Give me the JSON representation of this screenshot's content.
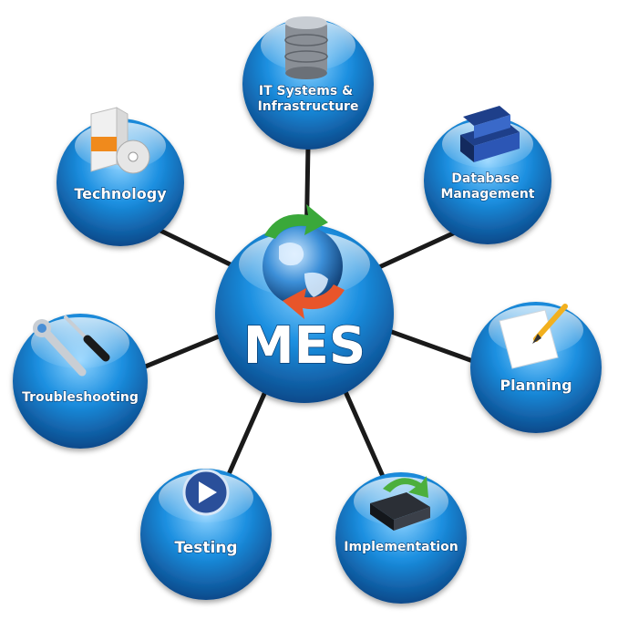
{
  "hub": {
    "label": "MES",
    "icon": "globe-arrows-icon"
  },
  "nodes": [
    {
      "id": "it-systems",
      "label_lines": [
        "IT Systems &",
        "Infrastructure"
      ],
      "icon": "database-server-icon"
    },
    {
      "id": "technology",
      "label_lines": [
        "Technology"
      ],
      "icon": "software-box-cd-icon"
    },
    {
      "id": "database-management",
      "label_lines": [
        "Database",
        "Management"
      ],
      "icon": "books-icon"
    },
    {
      "id": "troubleshooting",
      "label_lines": [
        "Troubleshooting"
      ],
      "icon": "wrench-screwdriver-icon"
    },
    {
      "id": "planning",
      "label_lines": [
        "Planning"
      ],
      "icon": "paper-pencil-icon"
    },
    {
      "id": "testing",
      "label_lines": [
        "Testing"
      ],
      "icon": "play-button-icon"
    },
    {
      "id": "implementation",
      "label_lines": [
        "Implementation"
      ],
      "icon": "drive-arrow-icon"
    }
  ],
  "colors": {
    "sphere_light": "#8fd3ff",
    "sphere_mid": "#1b8fe0",
    "sphere_dark": "#0a3f7e",
    "spoke": "#1a1a1a"
  }
}
